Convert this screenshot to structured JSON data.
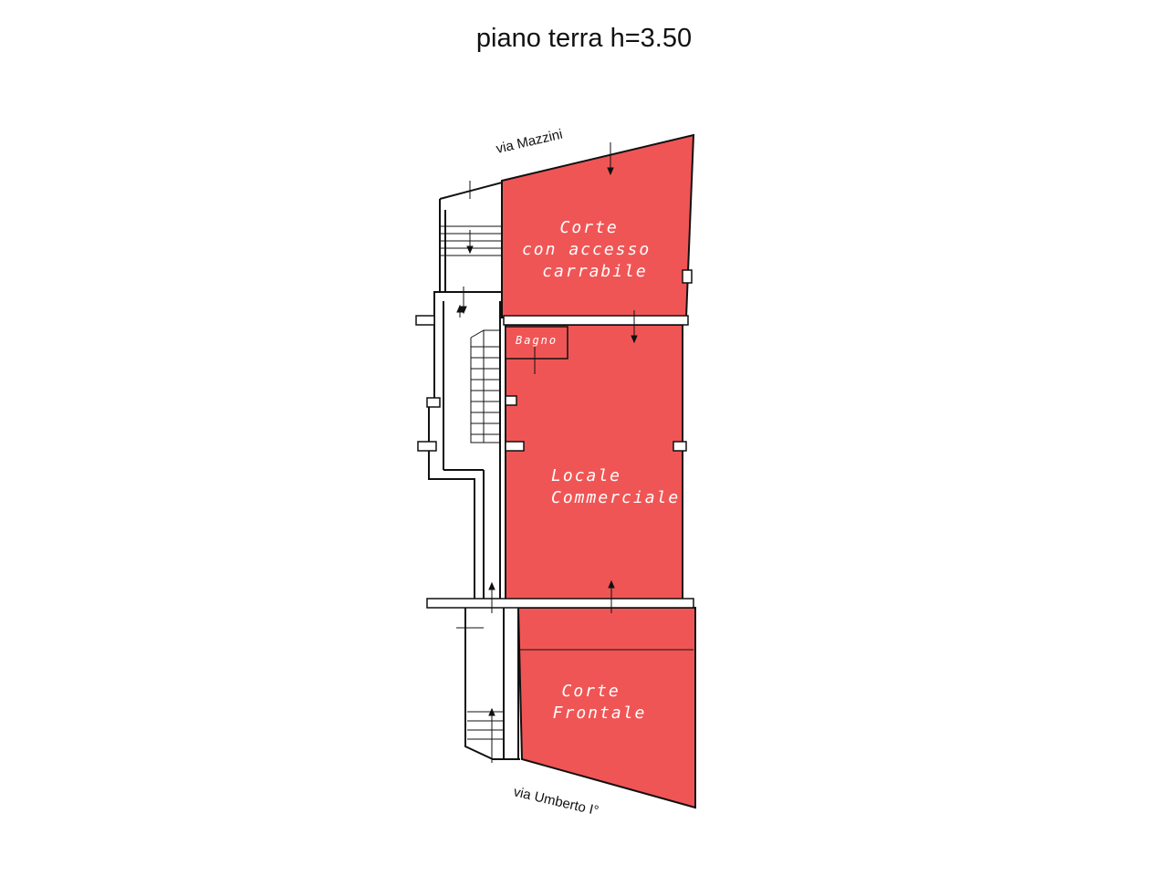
{
  "title": "piano terra h=3.50",
  "streets": {
    "top": "via Mazzini",
    "bottom": "via Umberto I°"
  },
  "rooms": {
    "corte_carrabile": [
      "Corte",
      "con accesso",
      "carrabile"
    ],
    "bagno": "Bagno",
    "locale": [
      "Locale",
      "Commerciale"
    ],
    "corte_frontale": [
      "Corte",
      "Frontale"
    ]
  },
  "colors": {
    "room_fill": "#F05555",
    "line": "#111111",
    "label": "#ffffff"
  }
}
